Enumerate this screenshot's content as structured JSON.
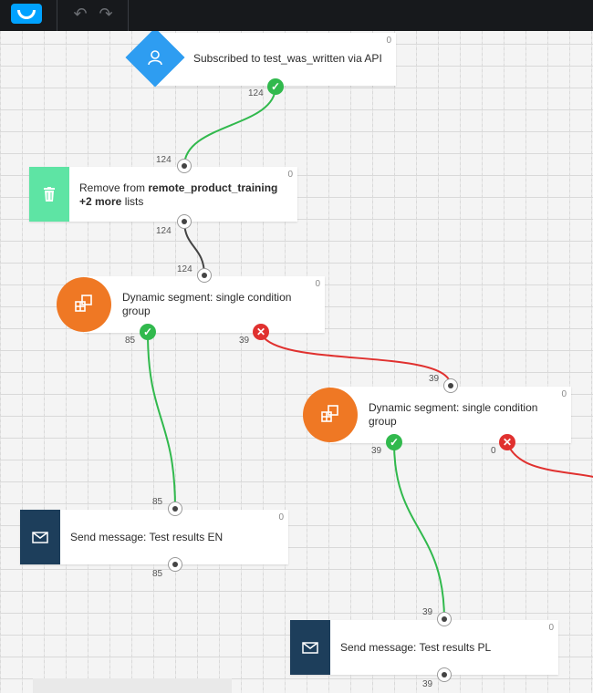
{
  "colors": {
    "topbar": "#17191c",
    "brand": "#00a2ff",
    "trigger": "#2e9df1",
    "remove": "#5ee4a4",
    "segment": "#ef7824",
    "message": "#1d3e5b",
    "success": "#31b94d",
    "failure": "#e0312f"
  },
  "toolbar": {
    "undo_icon": "↶",
    "redo_icon": "↷"
  },
  "nodes": {
    "trigger": {
      "label": "Subscribed to test_was_written via API",
      "count": "0",
      "icon": "user-icon",
      "out_count": "124"
    },
    "remove": {
      "label_prefix": "Remove from ",
      "list_name": "remote_product_training",
      "more": "+2 more",
      "label_suffix": " lists",
      "count": "0",
      "icon": "trash-icon",
      "in_count": "124",
      "out_count": "124"
    },
    "segment1": {
      "label": "Dynamic segment: single condition group",
      "count": "0",
      "icon": "segment-icon",
      "in_count": "124",
      "yes_count": "85",
      "no_count": "39"
    },
    "segment2": {
      "label": "Dynamic segment: single condition group",
      "count": "0",
      "icon": "segment-icon",
      "in_count": "39",
      "yes_count": "39",
      "no_count": "0"
    },
    "message_en": {
      "label": "Send message: Test results EN",
      "count": "0",
      "icon": "envelope-icon",
      "in_count": "85",
      "out_count": "85"
    },
    "message_pl": {
      "label": "Send message: Test results PL",
      "count": "0",
      "icon": "envelope-icon",
      "in_count": "39",
      "out_count": "39"
    }
  }
}
